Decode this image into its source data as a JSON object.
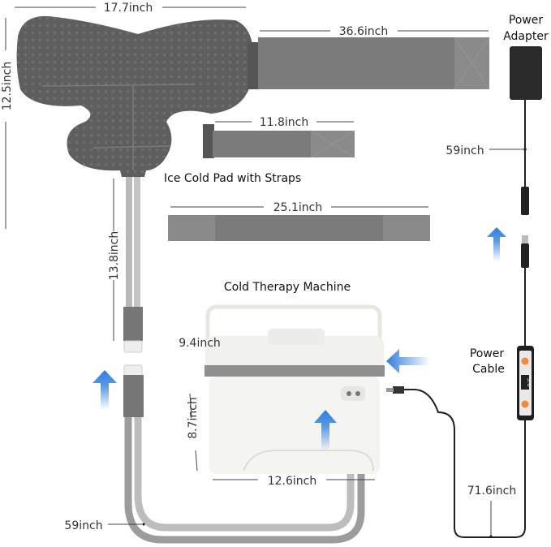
{
  "pad": {
    "label": "Ice Cold Pad with Straps",
    "width": "17.7inch",
    "height": "12.5inch",
    "color": "#5e5e5e"
  },
  "straps": {
    "long": "36.6inch",
    "short": "11.8inch",
    "medium": "25.1inch",
    "color": "#7b7b7b"
  },
  "power": {
    "adapter_label_1": "Power",
    "adapter_label_2": "Adapter",
    "adapter_cord": "59inch",
    "cable_label_1": "Power",
    "cable_label_2": "Cable",
    "cable_length": "71.6inch",
    "controller_display": "5.6",
    "button_color": "#f08a3c"
  },
  "machine": {
    "label": "Cold Therapy Machine",
    "depth": "9.4inch",
    "height": "8.7inch",
    "width": "12.6inch"
  },
  "tubes": {
    "upper_length": "13.8inch",
    "lower_length": "59inch"
  },
  "arrows": {
    "color": "#2f7fe0",
    "icon": "blue-up-arrow-icon"
  }
}
